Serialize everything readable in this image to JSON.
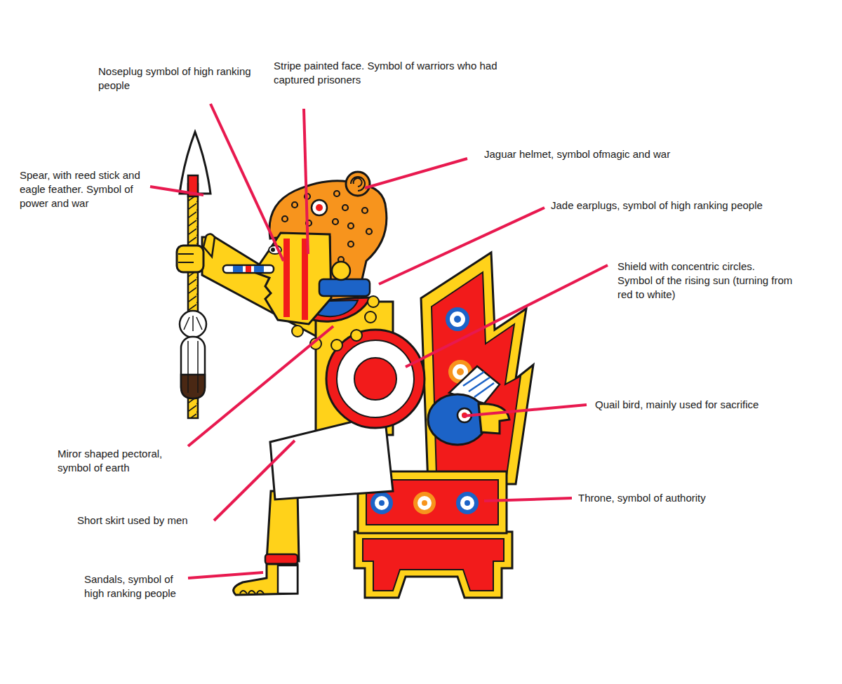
{
  "diagram": {
    "labels": [
      "Noseplug symbol of high ranking people",
      "Stripe painted face. Symbol of warriors who had captured prisoners",
      "Jaguar helmet, symbol ofmagic and war",
      "Spear, with reed stick and eagle feather. Symbol of power and war",
      "Jade earplugs, symbol of high ranking people",
      "Shield with concentric circles. Symbol of the rising sun (turning from red to white)",
      "Quail bird, mainly used for sacrifice",
      "Miror shaped pectoral, symbol of earth",
      "Throne, symbol of authority",
      "Short skirt used by men",
      "Sandals, symbol of high ranking people"
    ]
  }
}
